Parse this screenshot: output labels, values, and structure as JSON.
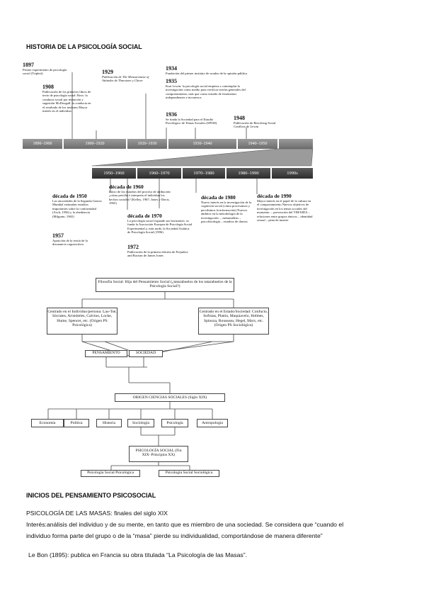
{
  "heading_historia": "HISTORIA DE LA PSICOLOGÍA SOCIAL",
  "timeline": {
    "top_bands": [
      "1890–1900",
      "1900–1920",
      "1920–1930",
      "1930–1940",
      "1940–1950"
    ],
    "bottom_bands": [
      "1950–1960",
      "1960–1970",
      "1970–1980",
      "1980–1990",
      "1990s"
    ],
    "e1897_year": "1897",
    "e1897_text": "Primer experimento de psicología social (Triplett)",
    "e1908_year": "1908",
    "e1908_text": "Publicación de los primeros libros de texto de psicología social: Ross: la conducta social por imitación y sugestión McDougall: la conducta en el resultado de los instintos Mayor interés en el individuo",
    "e1929_year": "1929",
    "e1929_text": "Publicación de The Measurement of Attitudes de Thurstone y Chave",
    "e1934_year": "1934",
    "e1934_text": "Fundación del primer instituto de sondeo de la opinión pública",
    "e1935_year": "1935",
    "e1935_text": "Kurt Lewin: la psicología social empieza a contemplar la investigación como medio para verificar teorías generales del comportamiento, más que como estudio de fenómenos independientes e inconexos",
    "e1936_year": "1936",
    "e1936_text": "Se funda la Sociedad para el Estudio Psicológico de Temas Sociales (SPSSI)",
    "e1948_year": "1948",
    "e1948_text": "Publicación de Resolving Social Conflicts de Lewin",
    "d1950_title": "década de 1950",
    "d1950_text": "Las atrocidades de la Segunda Guerra Mundial estimulan estudios importantes sobre la conformidad (Asch, 1956) y la obediencia (Milgram, 1965)",
    "e1957_year": "1957",
    "e1957_text": "Aparición de la teoría de la disonancia cognoscitiva",
    "d1960_title": "década de 1960",
    "d1960_text": "Inicio de los estudios del proceso de atribución: ¿cómo percibe e interpreta el individuo los hechos sociales? (Kelley, 1967; Jones y Davis, 1965)",
    "d1970_title": "década de 1970",
    "d1970_text": "La psicología social expande sus horizontes: se funda la Asociación Europea de Psicología Social Experimental y, más tarde, la Sociedad Asiática de Psicología Social (1996)",
    "e1972_year": "1972",
    "e1972_text": "Publicación de la primera edición de Prejudice and Racism de James Jones",
    "d1980_title": "década de 1980",
    "d1980_text": "Nuevo interés en la investigación de la cognición social (cómo procesamos y percibimos la información) Nuevos ámbitos en la metodología de la investigación: – metaanálisis – psicofisiología – estudios de diarios",
    "d1990_title": "década de 1990",
    "d1990_text": "Mayor interés en el papel de la cultura en el comportamiento Nuevos objetivos de investigación en los temas sociales del momento: – prevención del VIH/SIDA – relaciones entre grupos étnicos – identidad sexual – pena de muerte"
  },
  "diagram": {
    "root": "Filosofía Social: Hija del Pensamiento Social (¿tatarabuelos de los tatarabuelos de la Psicología Social?)",
    "left": "Centrado en el Individuo/persona: Lao-Tsé, Sócrates, Aristóteles, Calvino, Locke, Hume, Spencer, etc. (Origen PS Psicológica)",
    "right": "Centrado en el Estado/Sociedad: Confucio, Sofistas, Platón, Maquiavelo, Hobbes, Spinoza, Rousseau, Hegel, Marx, etc. (Origen PS Sociológica)",
    "pensamiento": "PENSAMIENTO",
    "sociedad": "SOCIEDAD",
    "origen": "ORIGEN CIENCIAS SOCIALES (Siglo XIX)",
    "sciences": [
      "Economía",
      "Política",
      "Historia",
      "Sociología",
      "Psicología",
      "Antropología"
    ],
    "ps": "PSICOLOGÍA SOCIAL (Fin XIX–Principios XX)",
    "ps_left": "Psicología Social Psicológica",
    "ps_right": "Psicología Social Sociológica"
  },
  "heading_inicios": "INICIOS DEL PENSAMIENTO PSICOSOCIAL",
  "masas_title": "PSICOLOGÍA DE LAS MASAS: finales del siglo XIX",
  "masas_line1": "Interés:análisis del individuo y de su mente, en tanto que es miembro de una sociedad. Se considera que “cuando el",
  "masas_line2": "individuo forma parte del grupo o de la “masa” pierde su individualidad, comportándose de manera diferente”",
  "lebon": "Le Bon (1895): publica en Francia su obra titulada “La Psicología de las Masas”."
}
